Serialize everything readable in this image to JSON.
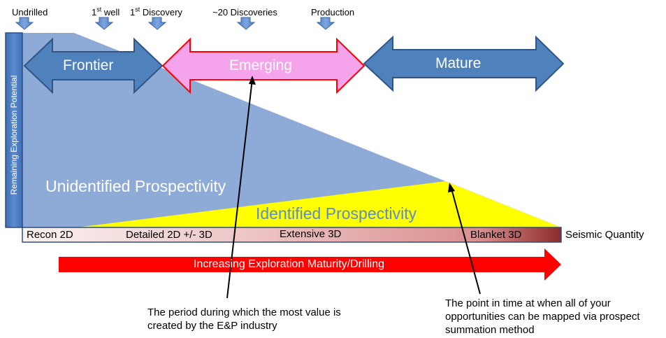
{
  "milestones": {
    "undrilled": "Undrilled",
    "first_well": {
      "num": "1",
      "sup": "st",
      "rest": " well"
    },
    "first_discovery": {
      "num": "1",
      "sup": "st",
      "rest": " Discovery"
    },
    "twenty_discoveries": "~20 Discoveries",
    "production": "Production"
  },
  "stages": {
    "frontier": "Frontier",
    "emerging": "Emerging",
    "mature": "Mature"
  },
  "y_axis_label": "Remaining Exploration Potential",
  "regions": {
    "unidentified": "Unidentified Prospectivity",
    "identified": "Identified Prospectivity"
  },
  "seismic": {
    "stages": [
      "Recon 2D",
      "Detailed 2D +/- 3D",
      "Extensive 3D",
      "Blanket 3D"
    ],
    "label": "Seismic Quantity"
  },
  "maturity_arrow_label": "Increasing Exploration Maturity/Drilling",
  "annotations": {
    "period_note": "The period during which the most value is created by the E&P industry",
    "point_note": "The point in time at when all of your opportunities can be mapped via prospect summation method"
  },
  "colors": {
    "stage_blue": "#4f81bd",
    "emerging_pink": "#f5a3ea",
    "emerging_border": "#ff0000",
    "unidentified_blue": "#8eaad6",
    "identified_yellow": "#ffff00",
    "maturity_red": "#ff0000",
    "seismic_dark": "#8b2a2a"
  }
}
